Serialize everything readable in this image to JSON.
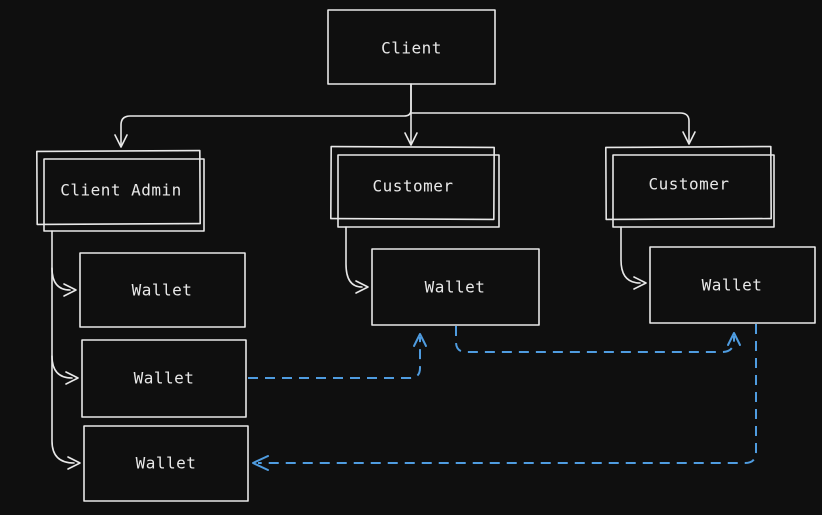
{
  "colors": {
    "background": "#0f0f0f",
    "stroke": "#e8e8e8",
    "accent": "#4f9ce0"
  },
  "nodes": {
    "client": {
      "label": "Client"
    },
    "client_admin": {
      "label": "Client Admin"
    },
    "customer_mid": {
      "label": "Customer"
    },
    "customer_right": {
      "label": "Customer"
    },
    "wallet_admin_1": {
      "label": "Wallet"
    },
    "wallet_admin_2": {
      "label": "Wallet"
    },
    "wallet_admin_3": {
      "label": "Wallet"
    },
    "wallet_customer_mid": {
      "label": "Wallet"
    },
    "wallet_customer_right": {
      "label": "Wallet"
    }
  },
  "edges": [
    {
      "from": "client",
      "to": "client_admin",
      "style": "solid"
    },
    {
      "from": "client",
      "to": "customer_mid",
      "style": "solid"
    },
    {
      "from": "client",
      "to": "customer_right",
      "style": "solid"
    },
    {
      "from": "client_admin",
      "to": "wallet_admin_1",
      "style": "solid"
    },
    {
      "from": "client_admin",
      "to": "wallet_admin_2",
      "style": "solid"
    },
    {
      "from": "client_admin",
      "to": "wallet_admin_3",
      "style": "solid"
    },
    {
      "from": "customer_mid",
      "to": "wallet_customer_mid",
      "style": "solid"
    },
    {
      "from": "customer_right",
      "to": "wallet_customer_right",
      "style": "solid"
    },
    {
      "from": "wallet_admin_2",
      "to": "wallet_customer_mid",
      "style": "dashed-blue"
    },
    {
      "from": "wallet_customer_mid",
      "to": "wallet_customer_right",
      "style": "dashed-blue"
    },
    {
      "from": "wallet_customer_right",
      "to": "wallet_admin_3",
      "style": "dashed-blue"
    }
  ]
}
